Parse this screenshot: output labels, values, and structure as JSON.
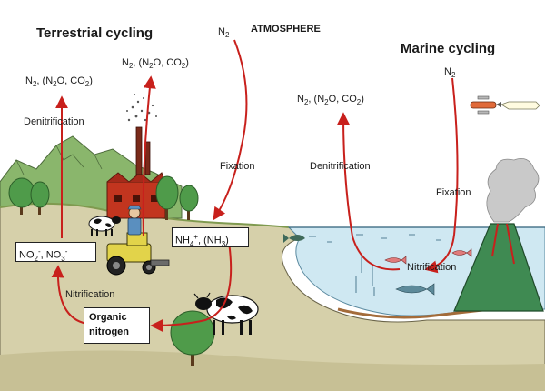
{
  "colors": {
    "arrow": "#c8201c",
    "sky": "#ffffff",
    "land": "#d6d0aa",
    "land_shadow": "#b9b18a",
    "sea": "#cfe8f2",
    "volcano": "#3f8a52",
    "mountain": "#8ab66c",
    "tree": "#4f9b4a"
  },
  "titles": {
    "terrestrial": "Terrestrial cycling",
    "marine": "Marine cycling",
    "atmosphere": "ATMOSPHERE"
  },
  "chem": {
    "n": "N",
    "two": "2",
    "o": "O",
    "c": "CO",
    "comma": ", ",
    "lparen": "(",
    "rparen": ")"
  },
  "terrestrial": {
    "denitrification": "Denitrification",
    "nitrification": "Nitrification",
    "fixation": "Fixation",
    "nitrite_nitrate": {
      "a": "NO",
      "a_sub": "2",
      "a_sup": "-",
      "sep": ", NO",
      "b_sub": "3",
      "b_sup": "-"
    },
    "ammonium": {
      "a": "NH",
      "a_sub": "4",
      "a_sup": "+",
      "sep": ", (NH",
      "b_sub": "3",
      "end": ")"
    },
    "organic": {
      "line1": "Organic",
      "line2": "nitrogen"
    }
  },
  "marine": {
    "denitrification": "Denitrification",
    "nitrification": "Nitrification",
    "fixation": "Fixation"
  },
  "icons": [
    "factory-icon",
    "tractor-icon",
    "farmer-icon",
    "cow-icon",
    "tree-icon",
    "mountain-icon",
    "volcano-icon",
    "fish-icon",
    "airplane-icon",
    "banner-icon"
  ]
}
